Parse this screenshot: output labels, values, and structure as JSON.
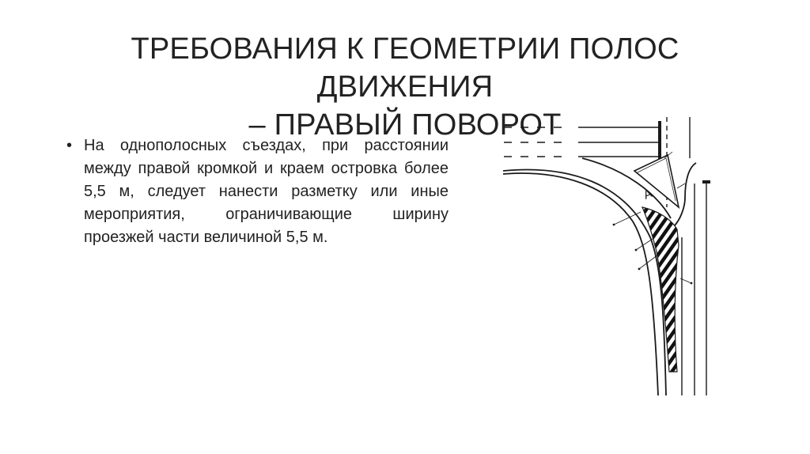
{
  "slide": {
    "title_line1": "ТРЕБОВАНИЯ К ГЕОМЕТРИИ ПОЛОС ДВИЖЕНИЯ",
    "title_line2": "– ПРАВЫЙ ПОВОРОТ",
    "bullet_symbol": "•",
    "bullet_text": "На однополосных съездах, при расстоянии между правой кромкой и краем островка более 5,5 м, следует нанести разметку или иные мероприятия, ограничивающие ширину проезжей части величиной 5,5 м."
  },
  "diagram": {
    "island_label": "А",
    "icon": "right-turn-lane-diagram",
    "colors": {
      "line": "#1a1a1a",
      "hatch": "#111111"
    }
  }
}
